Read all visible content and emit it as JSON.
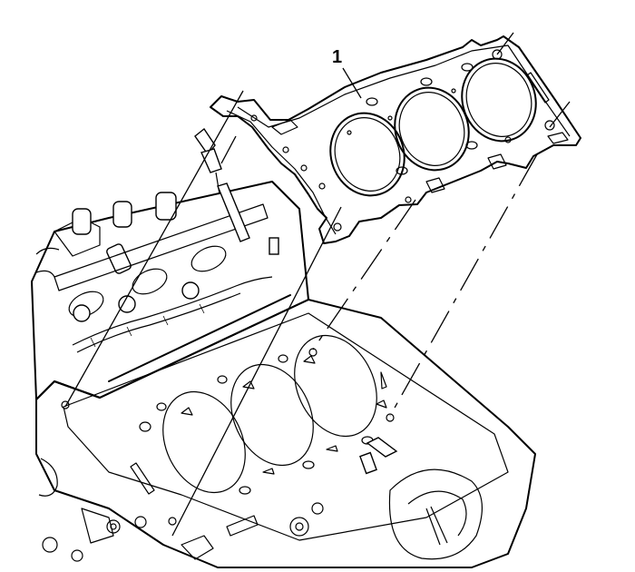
{
  "figure": {
    "type": "technical-line-drawing",
    "subject": "cylinder head gasket installation on V6 engine block",
    "callouts": [
      {
        "id": "1",
        "label": "1",
        "target": "cylinder-head-gasket"
      }
    ],
    "colors": {
      "background": "#ffffff",
      "line": "#000000"
    }
  }
}
